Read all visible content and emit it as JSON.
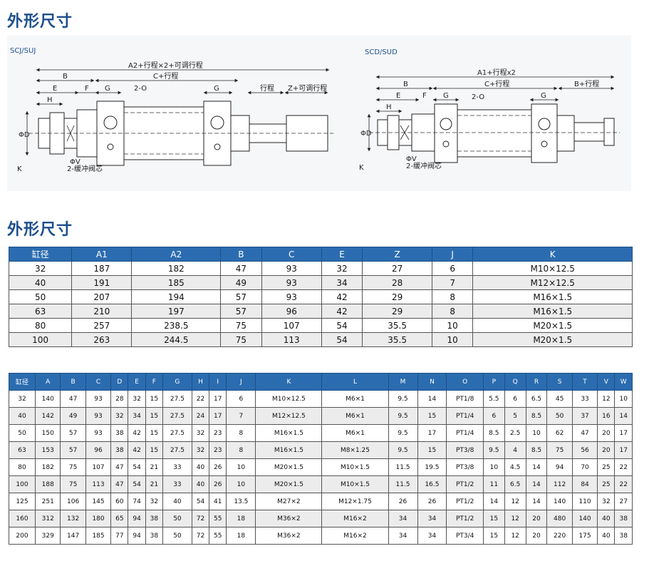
{
  "sections": {
    "outline_title": "外形尺寸",
    "table_title": "外形尺寸"
  },
  "drawing_left": {
    "model": "SCJ/SUJ",
    "dims": {
      "A2": "A2+行程×2+可调行程",
      "B": "B",
      "C": "C+行程",
      "E": "E",
      "F": "F",
      "G": "G",
      "G2": "G",
      "H": "H",
      "port": "2-O",
      "stroke": "行程",
      "Z": "Z+可调行程",
      "D": "ΦD",
      "V": "ΦV",
      "K": "K",
      "cushion": "2-缓冲阀芯"
    }
  },
  "drawing_right": {
    "model": "SCD/SUD",
    "dims": {
      "A1": "A1+行程x2",
      "B": "B",
      "C": "C+行程",
      "Bstroke": "B+行程",
      "E": "E",
      "F": "F",
      "G": "G",
      "G2": "G",
      "H": "H",
      "port": "2-O",
      "D": "ΦD",
      "V": "ΦV",
      "K": "K",
      "cushion": "2-缓冲阀芯"
    }
  },
  "table1": {
    "headers": [
      "缸径",
      "A1",
      "A2",
      "B",
      "C",
      "E",
      "Z",
      "J",
      "K"
    ],
    "rows": [
      [
        "32",
        "187",
        "182",
        "47",
        "93",
        "32",
        "27",
        "6",
        "M10×12.5"
      ],
      [
        "40",
        "191",
        "185",
        "49",
        "93",
        "34",
        "28",
        "7",
        "M12×12.5"
      ],
      [
        "50",
        "207",
        "194",
        "57",
        "93",
        "42",
        "29",
        "8",
        "M16×1.5"
      ],
      [
        "63",
        "210",
        "197",
        "57",
        "96",
        "42",
        "29",
        "8",
        "M16×1.5"
      ],
      [
        "80",
        "257",
        "238.5",
        "75",
        "107",
        "54",
        "35.5",
        "10",
        "M20×1.5"
      ],
      [
        "100",
        "263",
        "244.5",
        "75",
        "113",
        "54",
        "35.5",
        "10",
        "M20×1.5"
      ]
    ]
  },
  "table2": {
    "headers": [
      "缸径",
      "A",
      "B",
      "C",
      "D",
      "E",
      "F",
      "G",
      "H",
      "I",
      "J",
      "K",
      "L",
      "M",
      "N",
      "O",
      "P",
      "Q",
      "R",
      "S",
      "T",
      "V",
      "W"
    ],
    "rows": [
      [
        "32",
        "140",
        "47",
        "93",
        "28",
        "32",
        "15",
        "27.5",
        "22",
        "17",
        "6",
        "M10×12.5",
        "M6×1",
        "9.5",
        "14",
        "PT1/8",
        "5.5",
        "6",
        "6.5",
        "45",
        "33",
        "12",
        "10"
      ],
      [
        "40",
        "142",
        "49",
        "93",
        "32",
        "34",
        "15",
        "27.5",
        "24",
        "17",
        "7",
        "M12×12.5",
        "M6×1",
        "9.5",
        "15",
        "PT1/4",
        "6",
        "5",
        "8.5",
        "50",
        "37",
        "16",
        "14"
      ],
      [
        "50",
        "150",
        "57",
        "93",
        "38",
        "42",
        "15",
        "27.5",
        "32",
        "23",
        "8",
        "M16×1.5",
        "M6×1",
        "9.5",
        "17",
        "PT1/4",
        "8.5",
        "2.5",
        "10",
        "62",
        "47",
        "20",
        "17"
      ],
      [
        "63",
        "153",
        "57",
        "96",
        "38",
        "42",
        "15",
        "27.5",
        "32",
        "23",
        "8",
        "M16×1.5",
        "M8×1.25",
        "9.5",
        "15",
        "PT3/8",
        "9.5",
        "4",
        "8.5",
        "75",
        "56",
        "20",
        "17"
      ],
      [
        "80",
        "182",
        "75",
        "107",
        "47",
        "54",
        "21",
        "33",
        "40",
        "26",
        "10",
        "M20×1.5",
        "M10×1.5",
        "11.5",
        "19.5",
        "PT3/8",
        "10",
        "4.5",
        "14",
        "94",
        "70",
        "25",
        "22"
      ],
      [
        "100",
        "188",
        "75",
        "113",
        "47",
        "54",
        "21",
        "33",
        "40",
        "26",
        "10",
        "M20×1.5",
        "M10×1.5",
        "11.5",
        "16.5",
        "PT1/2",
        "11",
        "6.5",
        "14",
        "112",
        "84",
        "25",
        "22"
      ],
      [
        "125",
        "251",
        "106",
        "145",
        "60",
        "74",
        "32",
        "40",
        "54",
        "41",
        "13.5",
        "M27×2",
        "M12×1.75",
        "26",
        "26",
        "PT1/2",
        "14",
        "12",
        "14",
        "140",
        "110",
        "32",
        "27"
      ],
      [
        "160",
        "312",
        "132",
        "180",
        "65",
        "94",
        "38",
        "50",
        "72",
        "55",
        "18",
        "M36×2",
        "M16×2",
        "34",
        "34",
        "PT1/2",
        "15",
        "12",
        "20",
        "480",
        "140",
        "40",
        "38"
      ],
      [
        "200",
        "329",
        "147",
        "185",
        "77",
        "94",
        "38",
        "50",
        "72",
        "55",
        "18",
        "M36×2",
        "M16×2",
        "34",
        "34",
        "PT3/4",
        "15",
        "12",
        "20",
        "220",
        "175",
        "40",
        "38"
      ]
    ]
  }
}
